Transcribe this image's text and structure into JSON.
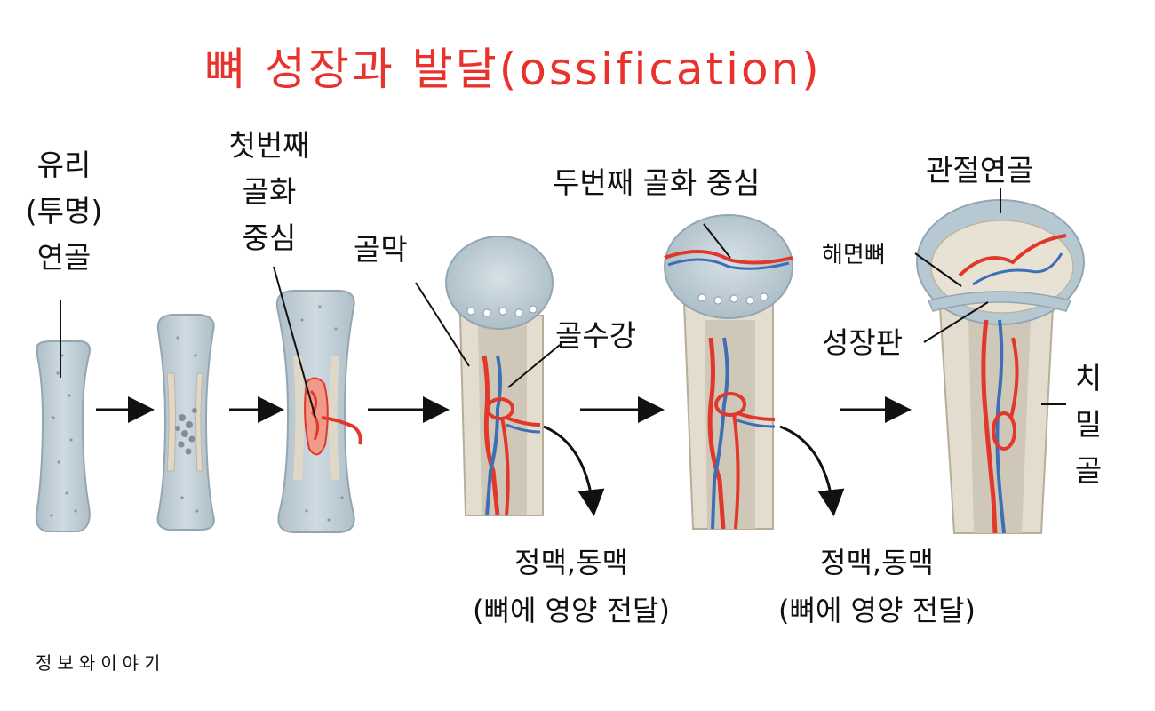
{
  "title": "뼈 성장과 발달(ossification)",
  "labels": {
    "hyaline_1": "유리",
    "hyaline_2": "(투명)",
    "hyaline_3": "연골",
    "primary_1": "첫번째",
    "primary_2": "골화",
    "primary_3": "중심",
    "periosteum": "골막",
    "medullary": "골수강",
    "secondary": "두번째 골화 중심",
    "articular": "관절연골",
    "spongy": "해면뼈",
    "growth_plate": "성장판",
    "compact_1": "치",
    "compact_2": "밀",
    "compact_3": "골"
  },
  "captions": {
    "a_line1": "정맥,동맥",
    "a_line2": "(뼈에 영양 전달)",
    "b_line1": "정맥,동맥",
    "b_line2": "(뼈에 영양 전달)"
  },
  "credit": "정보와이야기",
  "colors": {
    "title": "#e8322b",
    "cartilage": "#c6d3da",
    "cartilage_edge": "#9fb0ba",
    "bone": "#e3ddd0",
    "artery": "#e2372b",
    "vein": "#3d6fb6"
  }
}
